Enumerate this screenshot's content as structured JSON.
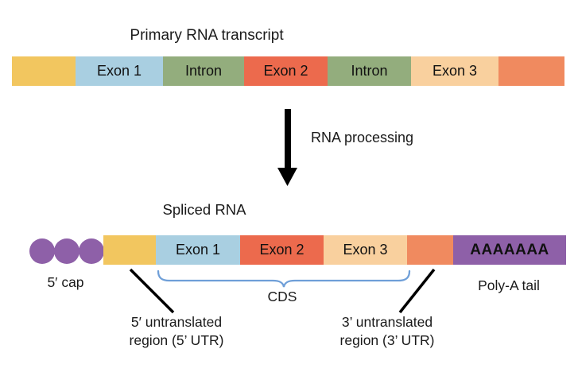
{
  "colors": {
    "yellow": "#f2c65f",
    "exon1_blue": "#a9cfe1",
    "intron_green": "#93ad7d",
    "exon2_red": "#ec6a4d",
    "exon3_peach": "#f9d09e",
    "utr_orange": "#f08a5f",
    "purple": "#8e60a8",
    "brace_blue": "#6f9fd8",
    "line_black": "#000000"
  },
  "primary_transcript": {
    "title": "Primary RNA transcript",
    "segments": [
      {
        "label": "",
        "color": "#f2c65f"
      },
      {
        "label": "Exon 1",
        "color": "#a9cfe1"
      },
      {
        "label": "Intron",
        "color": "#93ad7d"
      },
      {
        "label": "Exon 2",
        "color": "#ec6a4d"
      },
      {
        "label": "Intron",
        "color": "#93ad7d"
      },
      {
        "label": "Exon 3",
        "color": "#f9d09e"
      },
      {
        "label": "",
        "color": "#f08a5f"
      }
    ]
  },
  "process_arrow": {
    "label": "RNA processing"
  },
  "spliced_rna": {
    "title": "Spliced RNA",
    "cap_label": "5′ cap",
    "segments": [
      {
        "label": "",
        "color": "#f2c65f"
      },
      {
        "label": "Exon 1",
        "color": "#a9cfe1"
      },
      {
        "label": "Exon 2",
        "color": "#ec6a4d"
      },
      {
        "label": "Exon 3",
        "color": "#f9d09e"
      },
      {
        "label": "",
        "color": "#f08a5f"
      },
      {
        "label": "AAAAAAA",
        "color": "#8e60a8"
      }
    ],
    "polya_label": "Poly-A tail",
    "cds_label": "CDS",
    "utr5_line1": "5′ untranslated",
    "utr5_line2": "region (5’ UTR)",
    "utr3_line1": "3’ untranslated",
    "utr3_line2": "region (3’ UTR)"
  }
}
